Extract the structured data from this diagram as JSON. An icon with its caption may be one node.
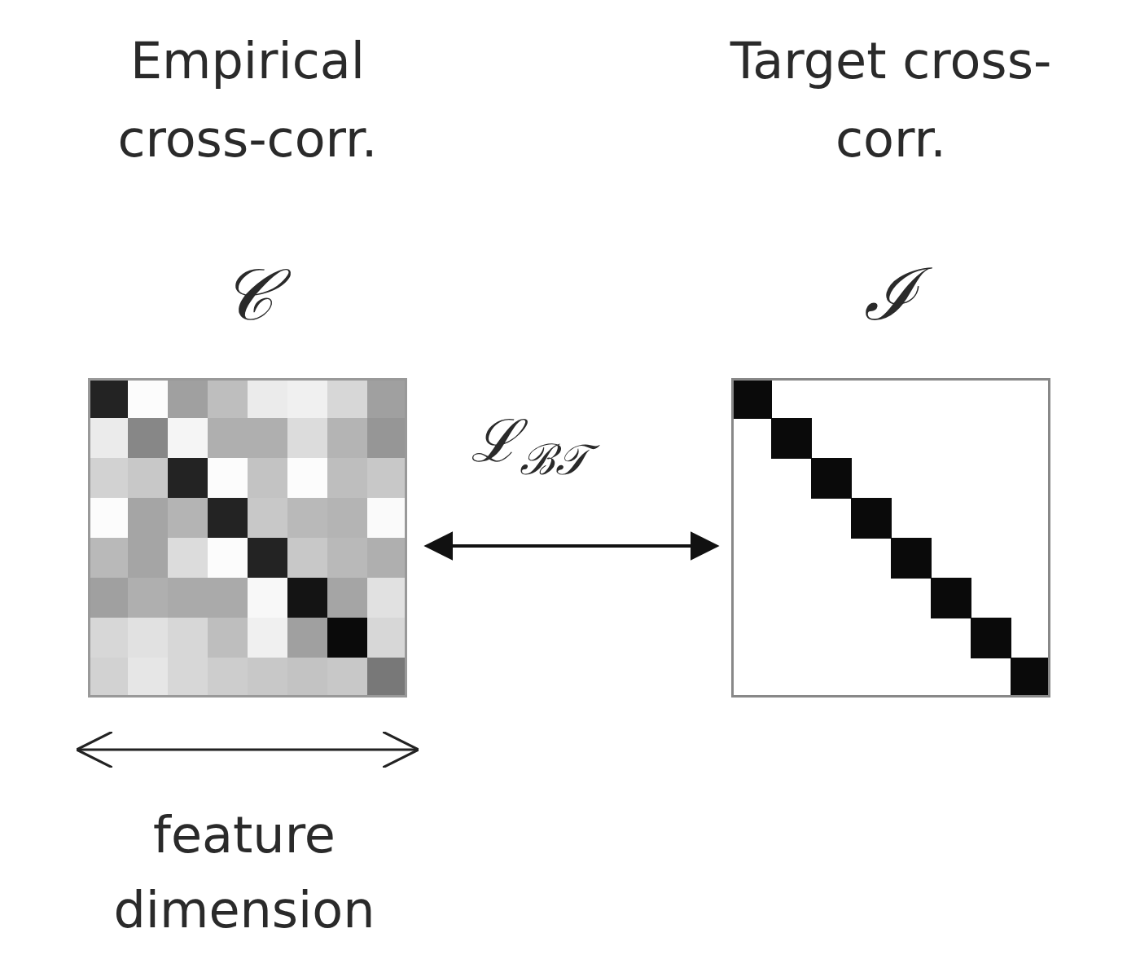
{
  "diagram": {
    "nodes": [
      {
        "text": [
          "Empirical cross-corr.",
          "𝒞"
        ]
      },
      {
        "text": [
          "Target cross-corr.",
          "ℐ"
        ]
      }
    ],
    "edges": [
      {
        "from": 0,
        "to": 1,
        "arrow": "both",
        "label": "ℒ$_{ℬ𝒯}$"
      }
    ],
    "labels": [
      "feature dimension"
    ]
  }
}
